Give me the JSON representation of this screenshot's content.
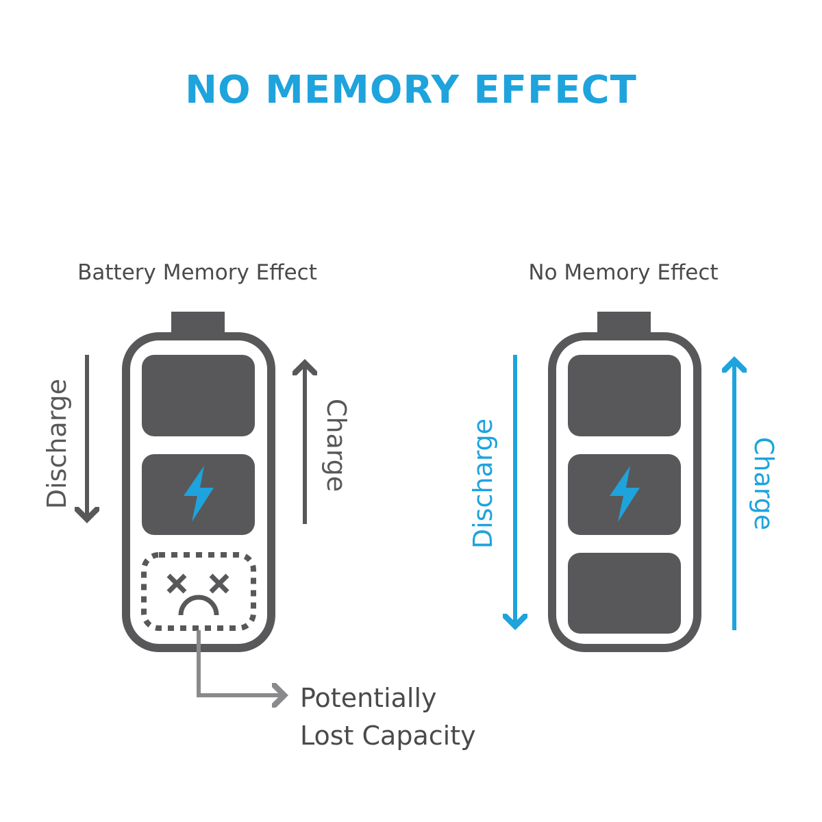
{
  "title": "NO MEMORY EFFECT",
  "left": {
    "heading": "Battery Memory Effect",
    "discharge": "Discharge",
    "charge": "Charge",
    "note_line1": "Potentially",
    "note_line2": "Lost Capacity"
  },
  "right": {
    "heading": "No Memory Effect",
    "discharge": "Discharge",
    "charge": "Charge"
  },
  "colors": {
    "accent": "#1ea3dd",
    "gray": "#58585a"
  }
}
